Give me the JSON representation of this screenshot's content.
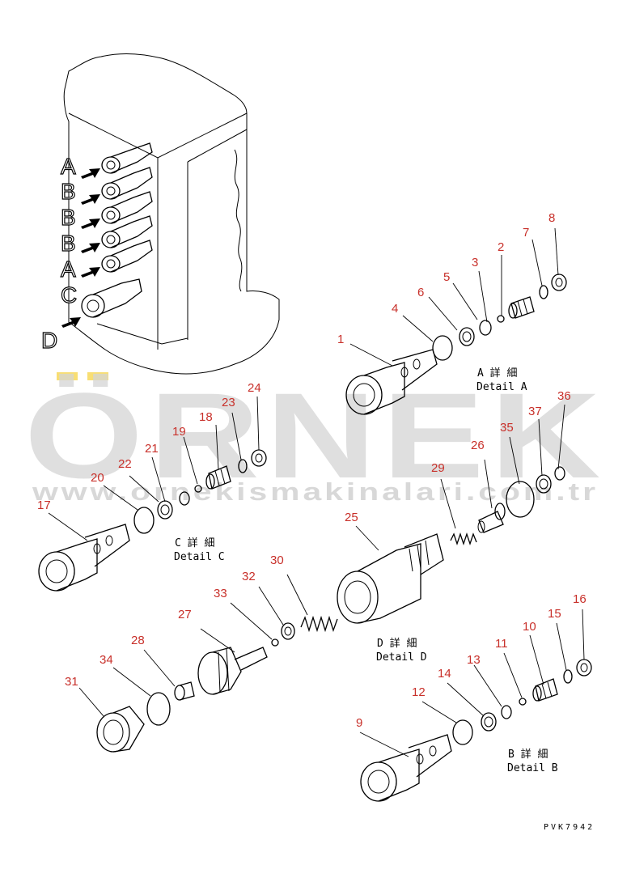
{
  "watermark": {
    "brand": "ÖRNEK",
    "url": "www.ornekismakinalari.com.tr",
    "accent": "#f2c200",
    "gray": "#d5d5d5"
  },
  "valve_labels": [
    "A",
    "B",
    "B",
    "B",
    "A",
    "C",
    "D"
  ],
  "details": {
    "A": {
      "jp": "A 詳 細",
      "en": "Detail A"
    },
    "B": {
      "jp": "B 詳 細",
      "en": "Detail B"
    },
    "C": {
      "jp": "C 詳 細",
      "en": "Detail C"
    },
    "D": {
      "jp": "D 詳 細",
      "en": "Detail D"
    }
  },
  "callouts": [
    "1",
    "2",
    "3",
    "4",
    "5",
    "6",
    "7",
    "8",
    "9",
    "10",
    "11",
    "12",
    "13",
    "14",
    "15",
    "16",
    "17",
    "18",
    "19",
    "20",
    "21",
    "22",
    "23",
    "24",
    "25",
    "26",
    "27",
    "28",
    "29",
    "30",
    "31",
    "32",
    "33",
    "34",
    "35",
    "36",
    "37"
  ],
  "drawing_code": "PVK7942",
  "colors": {
    "callout": "#c8302a",
    "line": "#000000"
  }
}
